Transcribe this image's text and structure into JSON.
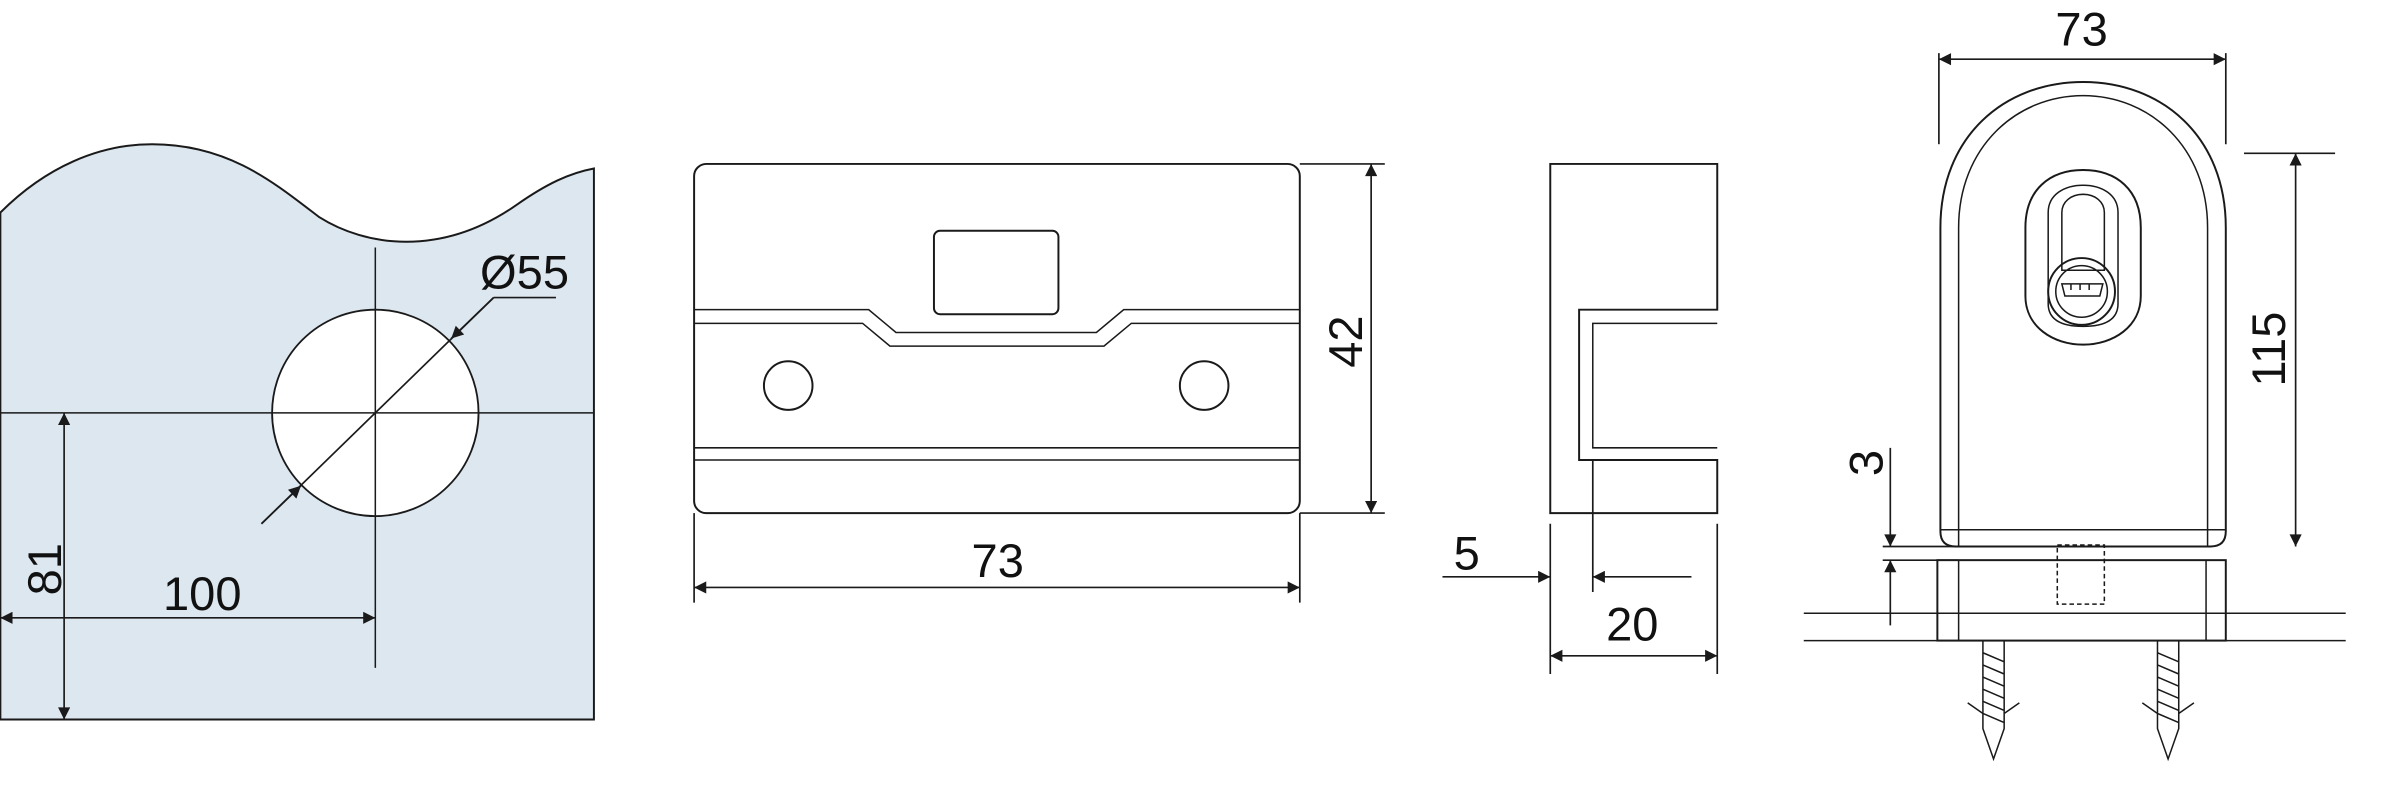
{
  "colors": {
    "glass": "#dde7ef",
    "line": "#1a1a1a"
  },
  "views": {
    "glass_cutout": {
      "hole_diameter": "Ø55",
      "vertical_offset": "81",
      "horizontal_offset": "100"
    },
    "front_view": {
      "width": "73",
      "height": "42"
    },
    "side_view": {
      "glass_gap": "5",
      "depth": "20"
    },
    "lock_view": {
      "width": "73",
      "height": "115",
      "gap": "3"
    }
  }
}
